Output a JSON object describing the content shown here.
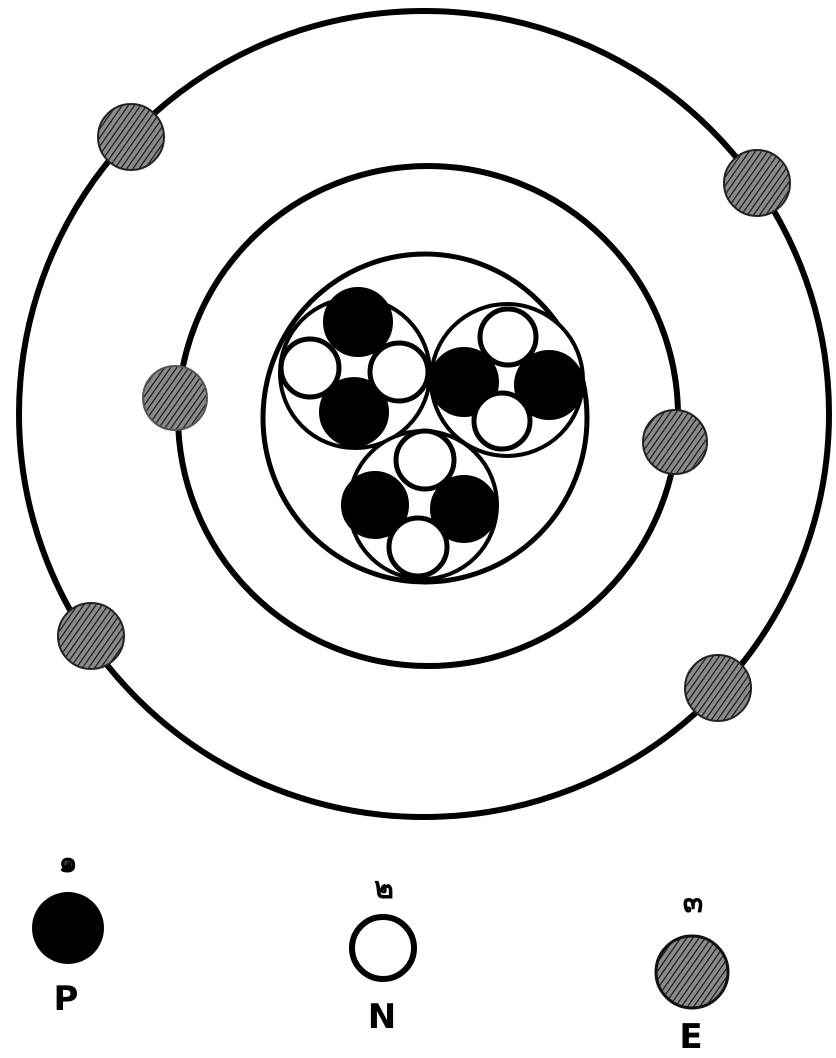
{
  "colors": {
    "proton": "#000000",
    "neutron": "#ffffff",
    "electron": "#6a6a6a",
    "line": "#000000",
    "background": "#ffffff"
  },
  "legend": {
    "items": [
      {
        "mark": "๑",
        "label": "P",
        "particle": "proton"
      },
      {
        "mark": "๒",
        "label": "N",
        "particle": "neutron"
      },
      {
        "mark": "๓",
        "label": "E",
        "particle": "electron"
      }
    ]
  }
}
